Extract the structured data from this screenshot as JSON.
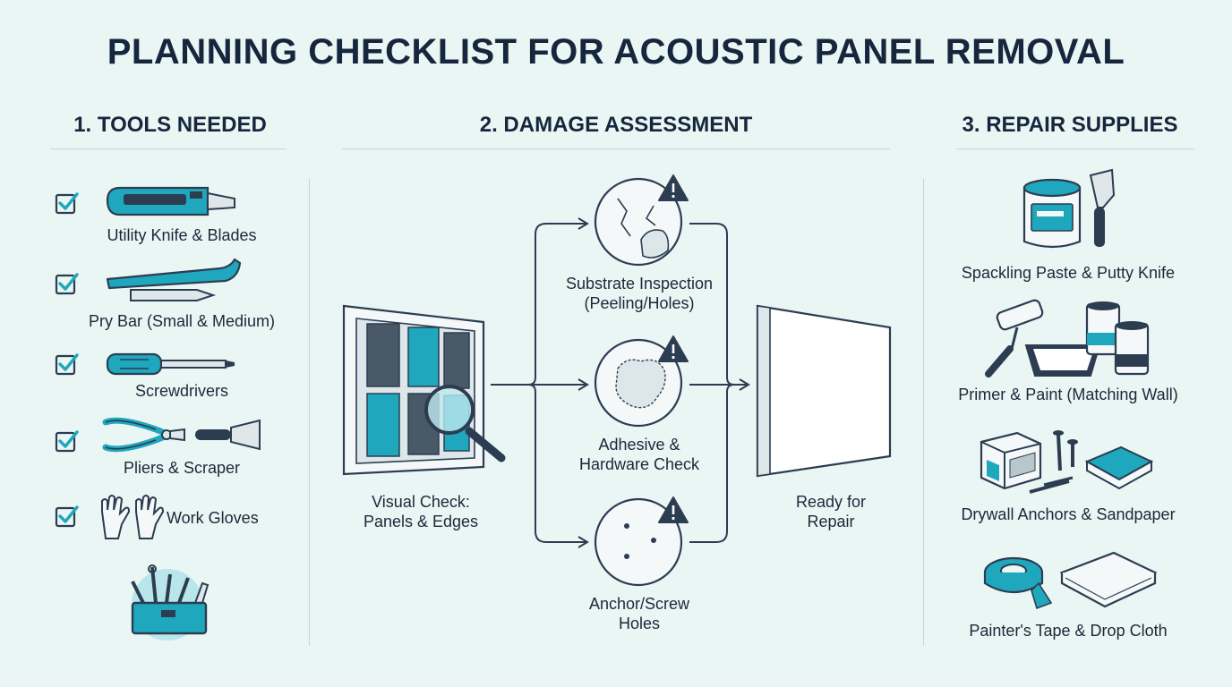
{
  "title": "PLANNING CHECKLIST FOR ACOUSTIC PANEL REMOVAL",
  "sections": {
    "tools": {
      "heading": "1. TOOLS NEEDED",
      "items": [
        {
          "label": "Utility Knife & Blades",
          "icon": "utility-knife-icon",
          "checked": true
        },
        {
          "label": "Pry Bar (Small & Medium)",
          "icon": "pry-bar-icon",
          "checked": true
        },
        {
          "label": "Screwdrivers",
          "icon": "screwdriver-icon",
          "checked": true
        },
        {
          "label": "Pliers & Scraper",
          "icon": "pliers-scraper-icon",
          "checked": true
        },
        {
          "label": "Work Gloves",
          "icon": "gloves-icon",
          "checked": true
        }
      ]
    },
    "damage": {
      "heading": "2. DAMAGE ASSESSMENT",
      "start": {
        "line1": "Visual Check:",
        "line2": "Panels & Edges"
      },
      "checks": [
        {
          "line1": "Substrate Inspection",
          "line2": "(Peeling/Holes)"
        },
        {
          "line1": "Adhesive &",
          "line2": "Hardware Check"
        },
        {
          "line1": "Anchor/Screw",
          "line2": "Holes"
        }
      ],
      "end": {
        "line1": "Ready for",
        "line2": "Repair"
      }
    },
    "repair": {
      "heading": "3. REPAIR SUPPLIES",
      "items": [
        {
          "label": "Spackling Paste & Putty Knife",
          "icon": "spackle-icon"
        },
        {
          "label": "Primer & Paint (Matching Wall)",
          "icon": "paint-roller-icon"
        },
        {
          "label": "Drywall Anchors & Sandpaper",
          "icon": "anchors-sandpaper-icon"
        },
        {
          "label": "Painter's Tape & Drop Cloth",
          "icon": "tape-dropcloth-icon"
        }
      ]
    }
  },
  "colors": {
    "accent": "#1fa7bd",
    "dark": "#3b4b5c",
    "background": "#e9f6f4"
  }
}
